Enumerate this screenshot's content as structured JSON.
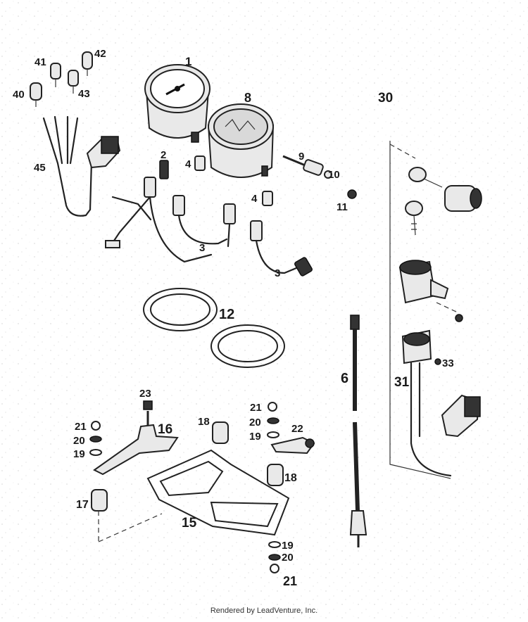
{
  "diagram": {
    "part_labels": [
      "1",
      "2",
      "3",
      "3",
      "4",
      "4",
      "6",
      "8",
      "9",
      "10",
      "11",
      "12",
      "15",
      "16",
      "17",
      "18",
      "18",
      "19",
      "19",
      "19",
      "20",
      "20",
      "20",
      "21",
      "21",
      "21",
      "22",
      "23",
      "30",
      "31",
      "33",
      "40",
      "41",
      "42",
      "43",
      "45"
    ]
  },
  "footer": {
    "credit": "Rendered by LeadVenture, Inc."
  }
}
